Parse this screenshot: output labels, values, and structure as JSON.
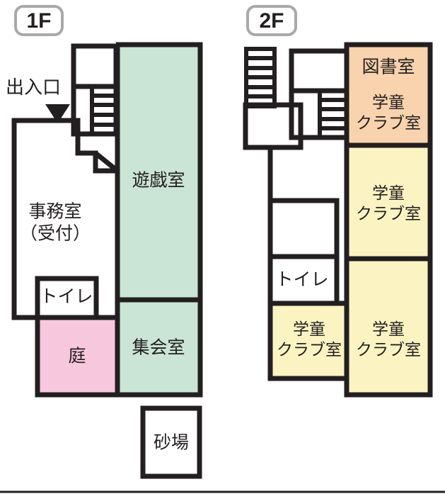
{
  "figure": {
    "kind": "floor-plan",
    "bottom_rule": true
  },
  "colors": {
    "wall": "#231f20",
    "badge_border": "#a9a9a9",
    "green": "#cae5d5",
    "pink": "#f7c8dd",
    "orange": "#f8d3ad",
    "yellow": "#fbf4c2",
    "white": "#ffffff",
    "page_background": "#ffffff"
  },
  "floors": [
    {
      "id": "1f",
      "badge": "1F",
      "entrance": {
        "label": "出入口",
        "marker": "triangle-down-icon"
      },
      "rooms": [
        {
          "id": "playroom",
          "label": "遊戯室",
          "fill": "green",
          "lines": [
            "遊戯室"
          ]
        },
        {
          "id": "office",
          "label": "事務室（受付）",
          "fill": "white",
          "lines": [
            "事務室",
            "（受付）"
          ]
        },
        {
          "id": "toilet-1f",
          "label": "トイレ",
          "fill": "white",
          "lines": [
            "トイレ"
          ]
        },
        {
          "id": "garden",
          "label": "庭",
          "fill": "pink",
          "lines": [
            "庭"
          ]
        },
        {
          "id": "assembly",
          "label": "集会室",
          "fill": "green",
          "lines": [
            "集会室"
          ]
        },
        {
          "id": "sandbox",
          "label": "砂場",
          "fill": "white",
          "lines": [
            "砂場"
          ]
        }
      ]
    },
    {
      "id": "2f",
      "badge": "2F",
      "rooms": [
        {
          "id": "library-club",
          "label": "図書室 / 学童クラブ室",
          "fill": "orange",
          "lines": [
            "図書室",
            "学童",
            "クラブ室"
          ]
        },
        {
          "id": "club-right-upper",
          "label": "学童クラブ室",
          "fill": "yellow",
          "lines": [
            "学童",
            "クラブ室"
          ]
        },
        {
          "id": "club-right-lower",
          "label": "学童クラブ室",
          "fill": "yellow",
          "lines": [
            "学童",
            "クラブ室"
          ]
        },
        {
          "id": "club-left",
          "label": "学童クラブ室",
          "fill": "yellow",
          "lines": [
            "学童",
            "クラブ室"
          ]
        },
        {
          "id": "toilet-2f",
          "label": "トイレ",
          "fill": "white",
          "lines": [
            "トイレ"
          ]
        }
      ]
    }
  ]
}
